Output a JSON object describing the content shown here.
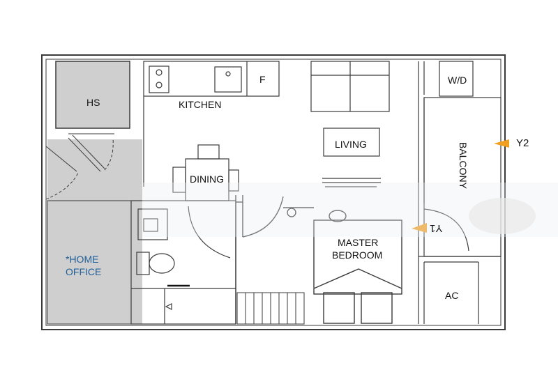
{
  "rooms": {
    "hs": "HS",
    "kitchen": "KITCHEN",
    "fridge": "F",
    "wd": "W/D",
    "living": "LIVING",
    "dining": "DINING",
    "balcony": "BALCONY",
    "master_line1": "MASTER",
    "master_line2": "BEDROOM",
    "ac": "AC",
    "home_office_line1": "*HOME",
    "home_office_line2": "OFFICE"
  },
  "view_markers": {
    "y2": "Y2",
    "y1": "Y1"
  },
  "colors": {
    "wall": "#3a3a3a",
    "shaded_room": "#cfcfcf",
    "marker": "#f0a020",
    "office_text": "#1f5f99"
  }
}
